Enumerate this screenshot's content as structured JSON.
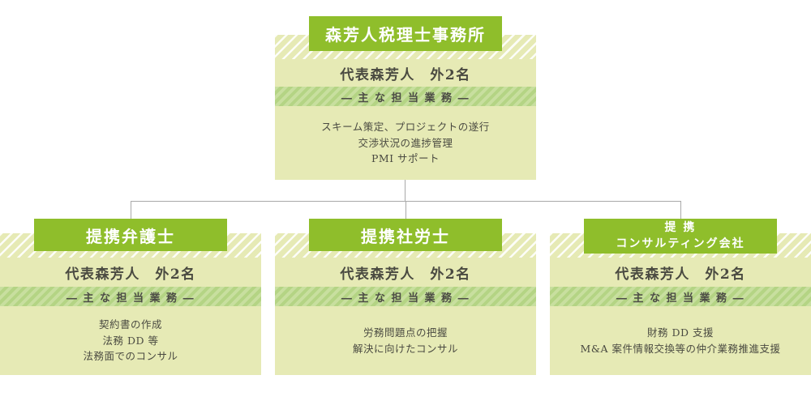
{
  "colors": {
    "header_green": "#8fbe2b",
    "panel_beige": "#e6eab5",
    "band_stripe_light": "#c8df9f",
    "band_stripe_dark": "#b4d484",
    "connector_gray": "#a9a9a9",
    "body_text": "#4a4a41",
    "header_text": "#ffffff"
  },
  "chart": {
    "nodes": [
      {
        "title": "森芳人税理士事務所",
        "representative": "代表森芳人　外2名",
        "duties_heading": "― 主 な 担 当 業 務 ―",
        "duties": [
          "スキーム策定、プロジェクトの遂行",
          "交渉状況の進捗管理",
          "PMI サポート"
        ]
      },
      {
        "title": "提携弁護士",
        "representative": "代表森芳人　外2名",
        "duties_heading": "― 主 な 担 当 業 務 ―",
        "duties": [
          "契約書の作成",
          "法務 DD 等",
          "法務面でのコンサル"
        ]
      },
      {
        "title": "提携社労士",
        "representative": "代表森芳人　外2名",
        "duties_heading": "― 主 な 担 当 業 務 ―",
        "duties": [
          "労務問題点の把握",
          "解決に向けたコンサル"
        ]
      },
      {
        "title": "提 携\nコンサルティング会社",
        "representative": "代表森芳人　外2名",
        "duties_heading": "― 主 な 担 当 業 務 ―",
        "duties": [
          "財務 DD 支援",
          "M&A 案件情報交換等の仲介業務推進支援"
        ]
      }
    ]
  }
}
